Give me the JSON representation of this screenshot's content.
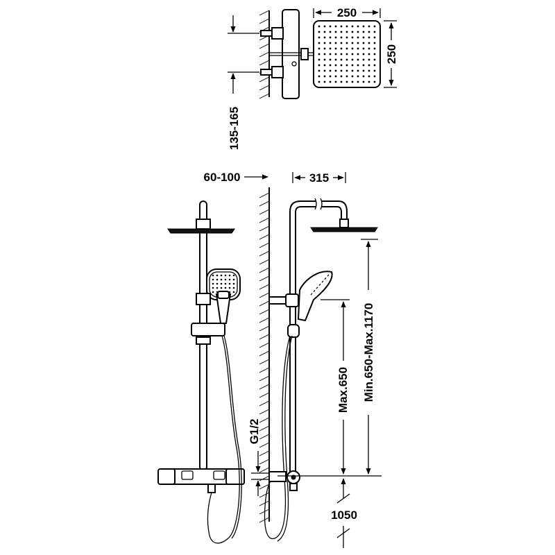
{
  "diagram": {
    "dimensions": {
      "head_width": "250",
      "head_depth": "250",
      "inlet_spacing": "135-165",
      "wall_offset": "60-100",
      "arm_reach": "315",
      "rail_height_max": "Max.650",
      "column_height": "Min.650-Max.1170",
      "connection_thread": "G1/2",
      "valve_height": "1050"
    }
  }
}
